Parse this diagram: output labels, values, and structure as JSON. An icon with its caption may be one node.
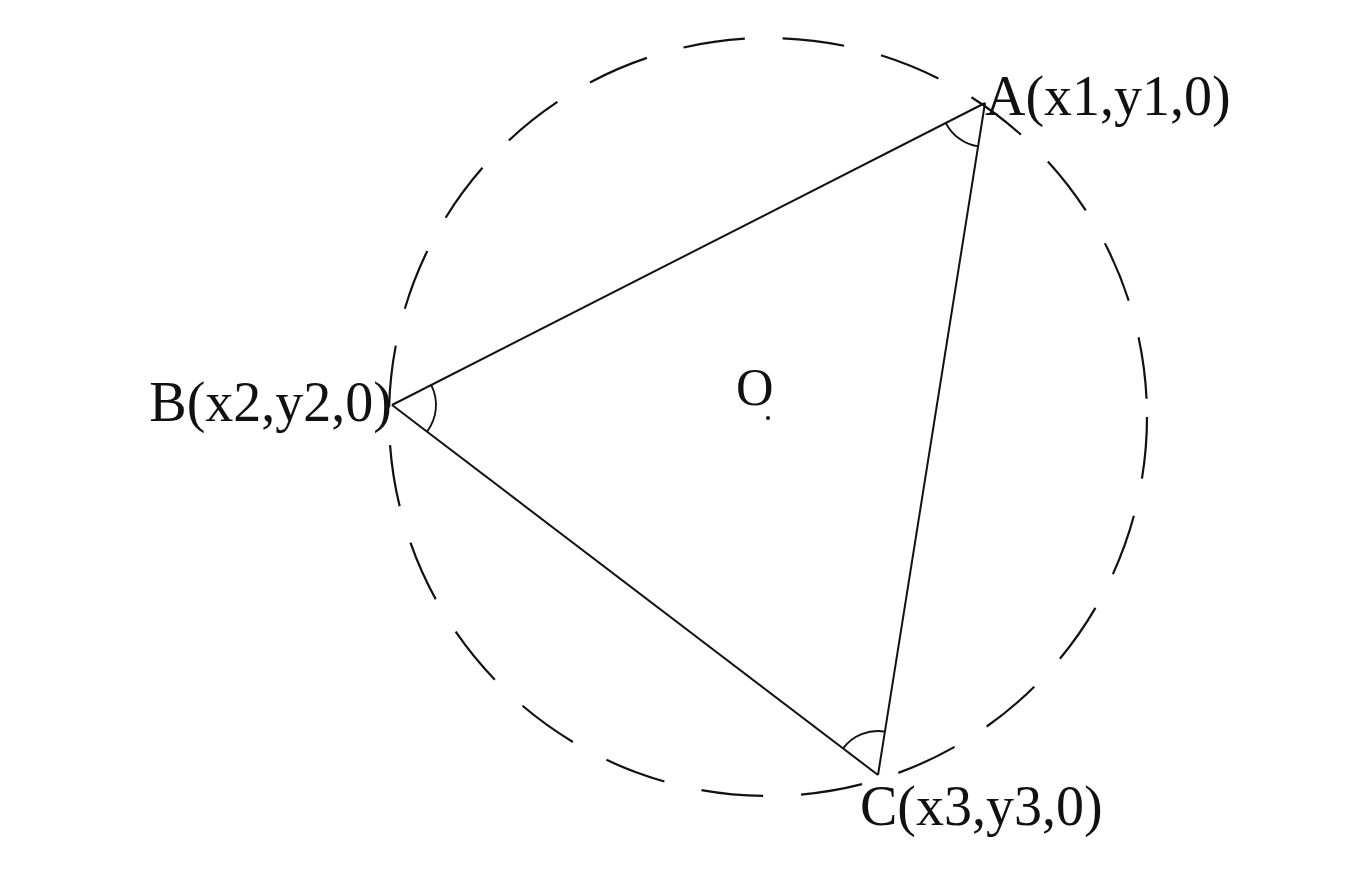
{
  "diagram": {
    "nodes": [
      {
        "text": [
          "A(x1,y1,0)"
        ]
      },
      {
        "text": [
          "B(x2,y2,0)"
        ]
      },
      {
        "text": [
          "C(x3,y3,0)"
        ]
      }
    ],
    "edges": [
      {
        "from": 0,
        "to": 1,
        "arrow": "none"
      },
      {
        "from": 1,
        "to": 2,
        "arrow": "none"
      },
      {
        "from": 2,
        "to": 0,
        "arrow": "none"
      }
    ],
    "labels": [
      "O"
    ]
  }
}
